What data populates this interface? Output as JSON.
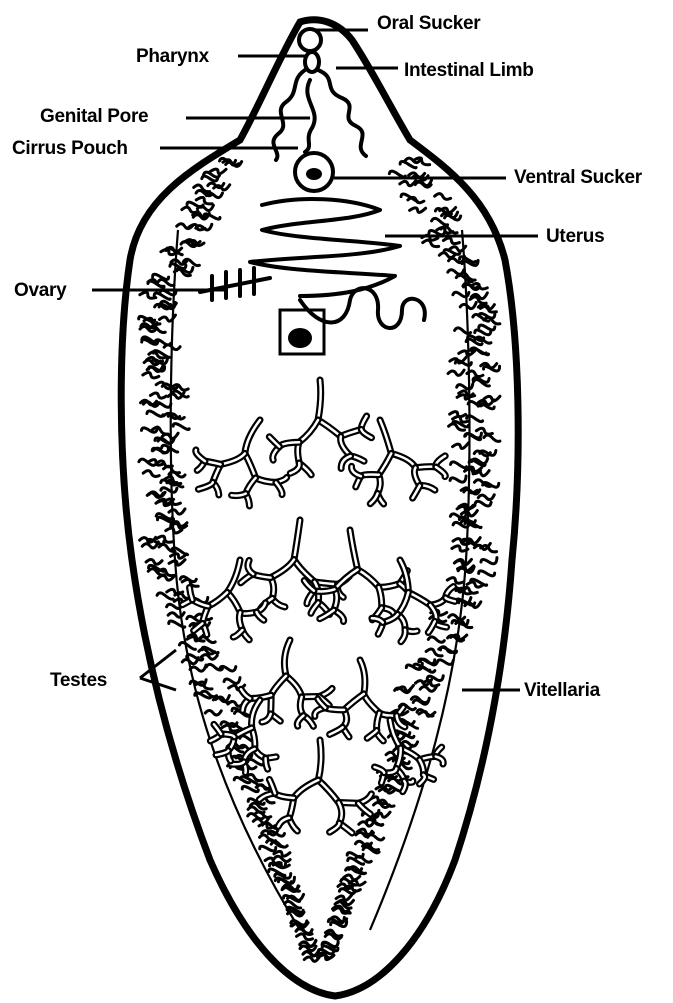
{
  "labels": {
    "oral_sucker": "Oral Sucker",
    "pharynx": "Pharynx",
    "intestinal_limb": "Intestinal Limb",
    "genital_pore": "Genital Pore",
    "cirrus_pouch": "Cirrus Pouch",
    "ventral_sucker": "Ventral Sucker",
    "uterus": "Uterus",
    "ovary": "Ovary",
    "testes": "Testes",
    "vitellaria": "Vitellaria"
  }
}
